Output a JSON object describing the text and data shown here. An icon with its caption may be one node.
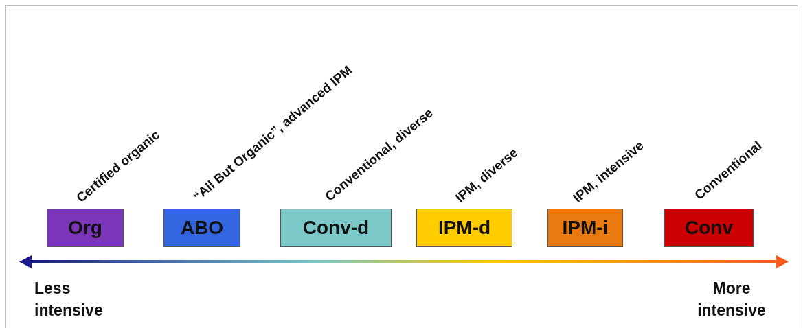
{
  "diagram": {
    "nodes": [
      {
        "text": [
          "Org"
        ],
        "beside": [
          "Certified organic"
        ]
      },
      {
        "text": [
          "ABO"
        ],
        "beside": [
          "“All But Organic”, advanced IPM"
        ]
      },
      {
        "text": [
          "Conv-d"
        ],
        "beside": [
          "Conventional, diverse"
        ]
      },
      {
        "text": [
          "IPM-d"
        ],
        "beside": [
          "IPM, diverse"
        ]
      },
      {
        "text": [
          "IPM-i"
        ],
        "beside": [
          "IPM, intensive"
        ]
      },
      {
        "text": [
          "Conv"
        ],
        "beside": [
          "Conventional"
        ]
      }
    ],
    "edges": [],
    "labels": [
      "Less intensive",
      "More intensive"
    ]
  }
}
